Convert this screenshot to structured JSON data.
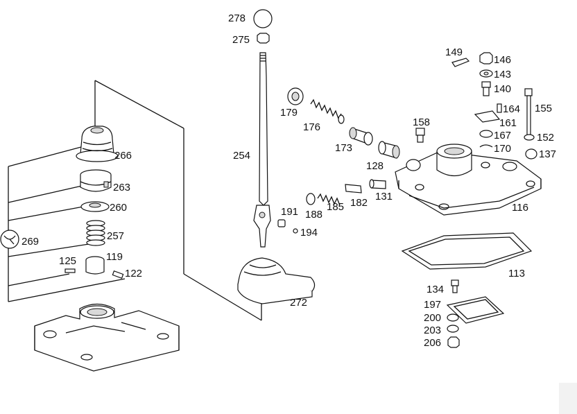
{
  "labels": {
    "p278": "278",
    "p275": "275",
    "p254": "254",
    "p272": "272",
    "p266": "266",
    "p263": "263",
    "p260": "260",
    "p257": "257",
    "p269": "269",
    "p125": "125",
    "p119": "119",
    "p122": "122",
    "p179": "179",
    "p176": "176",
    "p173": "173",
    "p128": "128",
    "p158": "158",
    "p149": "149",
    "p146": "146",
    "p143": "143",
    "p140": "140",
    "p164": "164",
    "p155": "155",
    "p161": "161",
    "p167": "167",
    "p152": "152",
    "p170": "170",
    "p137": "137",
    "p116": "116",
    "p191": "191",
    "p188": "188",
    "p185": "185",
    "p182": "182",
    "p131": "131",
    "p194": "194",
    "p113": "113",
    "p134": "134",
    "p197": "197",
    "p200": "200",
    "p203": "203",
    "p206": "206"
  }
}
